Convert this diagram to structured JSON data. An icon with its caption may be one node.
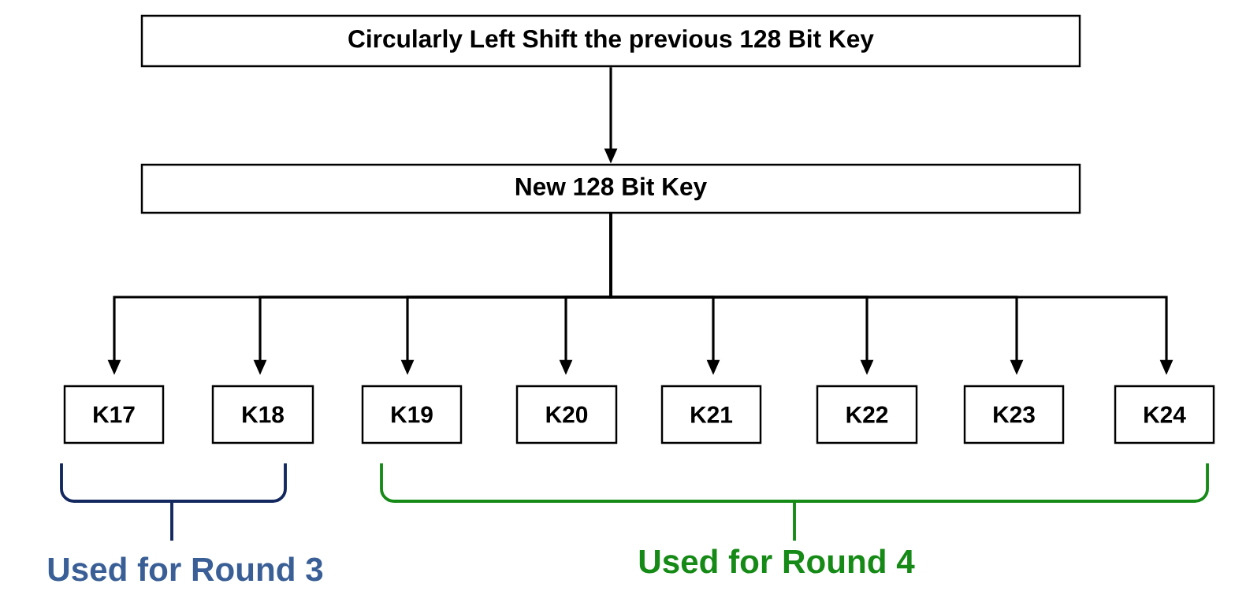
{
  "diagram": {
    "nodes": [
      {
        "text": [
          "Circularly Left Shift the previous 128 Bit Key"
        ]
      },
      {
        "text": [
          "New 128 Bit Key"
        ]
      },
      {
        "text": [
          "K17"
        ]
      },
      {
        "text": [
          "K18"
        ]
      },
      {
        "text": [
          "K19"
        ]
      },
      {
        "text": [
          "K20"
        ]
      },
      {
        "text": [
          "K21"
        ]
      },
      {
        "text": [
          "K22"
        ]
      },
      {
        "text": [
          "K23"
        ]
      },
      {
        "text": [
          "K24"
        ]
      }
    ],
    "edges": [
      {
        "from": 0,
        "to": 1,
        "arrow": "to"
      },
      {
        "from": 1,
        "to": 2,
        "arrow": "to"
      },
      {
        "from": 1,
        "to": 3,
        "arrow": "to"
      },
      {
        "from": 1,
        "to": 4,
        "arrow": "to"
      },
      {
        "from": 1,
        "to": 5,
        "arrow": "to"
      },
      {
        "from": 1,
        "to": 6,
        "arrow": "to"
      },
      {
        "from": 1,
        "to": 7,
        "arrow": "to"
      },
      {
        "from": 1,
        "to": 8,
        "arrow": "to"
      },
      {
        "from": 1,
        "to": 9,
        "arrow": "to"
      }
    ],
    "labels": [
      "Used for Round 3",
      "Used for Round 4"
    ]
  }
}
